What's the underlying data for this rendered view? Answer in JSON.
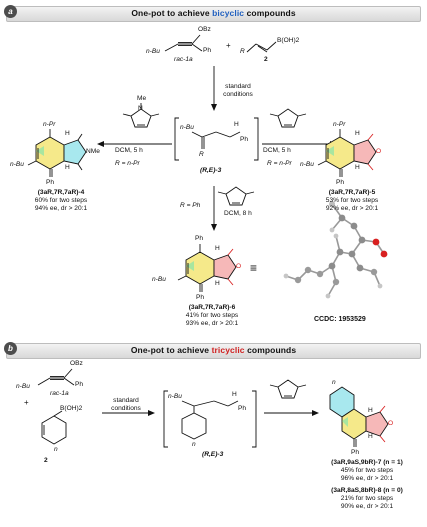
{
  "panel_a": {
    "letter": "a",
    "title_prefix": "One-pot to achieve ",
    "title_highlight": "bicyclic",
    "title_suffix": " compounds",
    "substrate_1a": {
      "name": "rac-1a",
      "groups": [
        "OBz",
        "Ph",
        "n-Bu"
      ]
    },
    "plus": "+",
    "substrate_2": {
      "name": "2",
      "groups": [
        "R",
        "B(OH)2"
      ]
    },
    "conditions": "standard\nconditions",
    "intermediate": {
      "name": "(R,E)-3",
      "groups": [
        "n-Bu",
        "H",
        "Ph",
        "R"
      ]
    },
    "left_reagent": {
      "groups": [
        "Me",
        "N"
      ],
      "conditions": "DCM, 5 h",
      "r_condition": "R = n-Pr"
    },
    "right_reagent": {
      "conditions": "DCM, 5 h",
      "r_condition": "R = n-Pr"
    },
    "down_reagent": {
      "r_condition": "R = Ph",
      "conditions": "DCM, 8 h"
    },
    "product_4": {
      "groups": [
        "n-Pr",
        "H",
        "NMe",
        "n-Bu",
        "H",
        "Ph"
      ],
      "stereo": "(3aR,7R,7aR)-4",
      "yield": "60% for two steps",
      "ee": "94% ee, dr > 20:1"
    },
    "product_5": {
      "groups": [
        "n-Pr",
        "H",
        "O",
        "n-Bu",
        "H",
        "Ph"
      ],
      "stereo": "(3aR,7R,7aR)-5",
      "yield": "53% for two steps",
      "ee": "92% ee, dr > 20:1"
    },
    "product_6": {
      "groups": [
        "Ph",
        "H",
        "O",
        "n-Bu",
        "H",
        "Ph"
      ],
      "stereo": "(3aR,7R,7aR)-6",
      "yield": "41% for two steps",
      "ee": "93% ee, dr > 20:1"
    },
    "equiv_symbol": "≡",
    "ccdc": "CCDC: 1953529"
  },
  "panel_b": {
    "letter": "b",
    "title_prefix": "One-pot to achieve ",
    "title_highlight": "tricyclic",
    "title_suffix": " compounds",
    "substrate_1a": {
      "name": "rac-1a",
      "groups": [
        "OBz",
        "Ph",
        "n-Bu"
      ]
    },
    "plus": "+",
    "substrate_2": {
      "name": "2",
      "groups": [
        "B(OH)2",
        "n"
      ]
    },
    "conditions": "standard\nconditions",
    "intermediate": {
      "name": "(R,E)-3",
      "groups": [
        "n-Bu",
        "H",
        "Ph",
        "n"
      ]
    },
    "product_7": {
      "stereo": "(3aR,9aS,9bR)-7 (n = 1)",
      "yield": "45% for two steps",
      "ee": "96% ee, dr > 20:1"
    },
    "product_8": {
      "stereo": "(3aR,8aS,8bR)-8 (n = 0)",
      "yield": "21% for two steps",
      "ee": "90% ee, dr > 20:1"
    },
    "product_groups": [
      "n",
      "H",
      "O",
      "H",
      "Ph"
    ]
  },
  "colors": {
    "ring_green": "#a8e6a0",
    "ring_yellow": "#f5e98a",
    "ring_pink": "#f6b8b8",
    "ring_cyan": "#a8e8ee",
    "oxygen_red": "#d82020",
    "title_blue": "#1f5fbf",
    "title_red": "#d02020"
  }
}
